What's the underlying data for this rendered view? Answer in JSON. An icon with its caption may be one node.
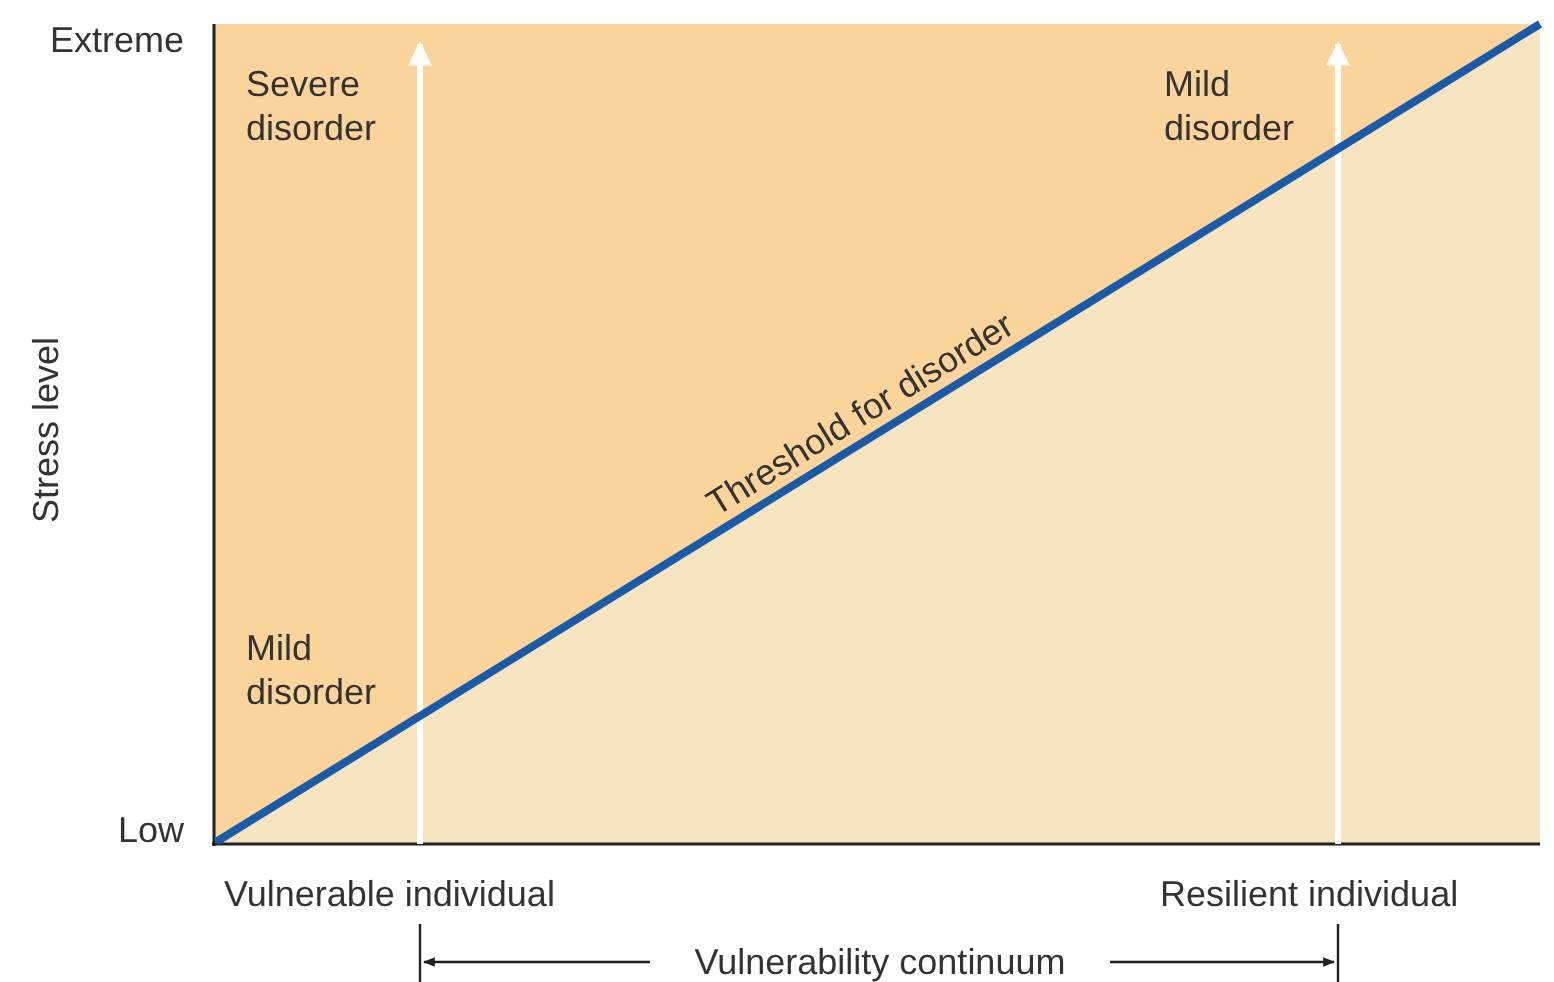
{
  "diagram": {
    "labels": [
      "Extreme",
      "Low",
      "Stress level",
      "Severe disorder",
      "Mild disorder",
      "Mild disorder",
      "Threshold for disorder",
      "Vulnerable individual",
      "Resilient individual",
      "Vulnerability continuum"
    ]
  }
}
